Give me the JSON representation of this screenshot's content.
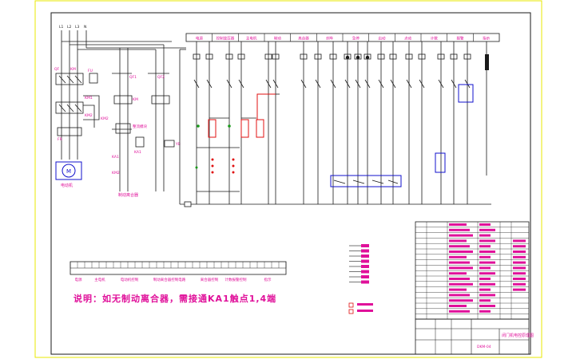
{
  "note": "说明：如无制动离合器，需接通KA1触点1,4端",
  "colors": {
    "line": "#1a1a1a",
    "magenta": "#e0109a",
    "blue": "#1010cc",
    "red": "#e01010",
    "green": "#1a9a1a",
    "border": "#e8e800"
  },
  "top_bar_labels": [
    "电源",
    "控制变压器",
    "主电机",
    "制动",
    "离合器",
    "刹车",
    "急停",
    "启动",
    "点动",
    "计数",
    "报警",
    "指示"
  ],
  "left_labels": {
    "phases": [
      "L1",
      "L2",
      "L3",
      "N"
    ],
    "motor": "电动机",
    "motor_sub": "M",
    "clutch": "制动离合器"
  },
  "lower_bar_labels": [
    "电源",
    "主电机",
    "电动机控制",
    "制动离合器控制电路",
    "离合器控制",
    "计数报警控制",
    "指示"
  ],
  "title_block": {
    "drawing_title": "闭门机电控原理图",
    "drawing_no": "DKM-04"
  }
}
